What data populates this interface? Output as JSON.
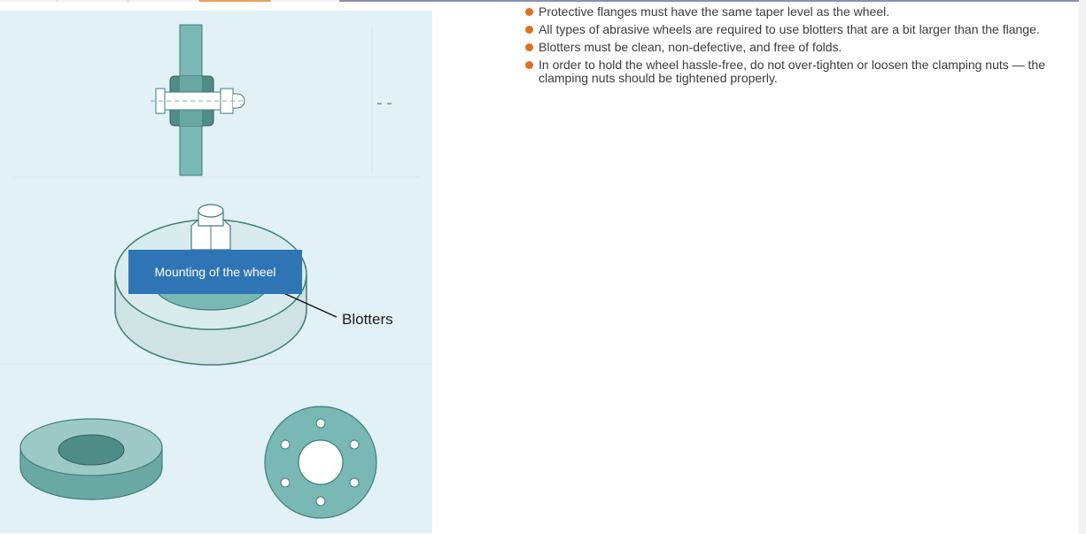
{
  "figure": {
    "caption": "Mounting of the wheel",
    "callout_label": "Blotters"
  },
  "bullets": [
    "Protective flanges must have the same taper level as the wheel.",
    "All types of abrasive wheels are required to use blotters that are a bit larger than the flange.",
    "Blotters must be clean, non-defective, and free of folds.",
    "In order to hold the wheel hassle-free, do not over-tighten or loosen the clamping nuts — the clamping nuts should be tightened properly."
  ],
  "colors": {
    "caption_bg": "#2f75b5",
    "bullet_dot": "#e07020",
    "panel_bg": "#e2f1f6",
    "teal": "#79b8b4"
  }
}
